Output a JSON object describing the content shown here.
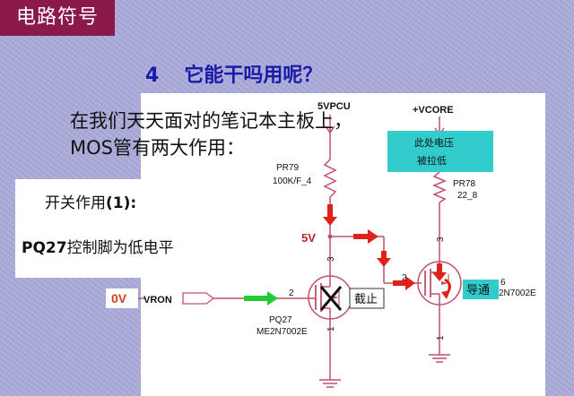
{
  "section_label": "电路符号",
  "heading": {
    "number": "4",
    "text": "它能干吗用呢？"
  },
  "intro": {
    "line1": "在我们天天面对的笔记本主板上，",
    "line2": "MOS管有两大作用："
  },
  "callout": {
    "title_prefix": "开关作用",
    "title_suffix": "(1):",
    "text_bold": "PQ27",
    "text_rest": "控制脚为低电平"
  },
  "circuit": {
    "rail_left": "5VPCU",
    "rail_right": "+VCORE",
    "resistor_left": {
      "ref": "PR79",
      "value": "100K/F_4"
    },
    "resistor_right": {
      "ref": "PR78",
      "value": "22_8"
    },
    "note_box": {
      "line1": "此处电压",
      "line2": "被拉低"
    },
    "node_voltage": "5V",
    "input_voltage": "0V",
    "input_net": "VRON",
    "q_left": {
      "ref": "PQ27",
      "part": "ME2N7002E",
      "state": "截止"
    },
    "q_right": {
      "ref": "6",
      "part": "2N7002E",
      "state": "导通"
    },
    "pins": {
      "gate": "2",
      "drain": "3",
      "source": "1"
    },
    "colors": {
      "wire": "#c0506a",
      "arrow_red": "#e0201a",
      "arrow_green": "#22cc33",
      "note_bg": "#33cccc"
    }
  }
}
